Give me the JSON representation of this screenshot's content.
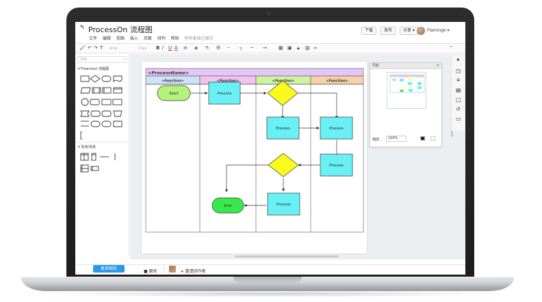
{
  "app": {
    "title": "ProcessOn 流程图",
    "back_icon": "back-arrow-icon",
    "menus": [
      "文件",
      "编辑",
      "视图",
      "插入",
      "页面",
      "排列",
      "帮助"
    ],
    "save_status": "所有更改已保存",
    "buttons": {
      "download": "下载",
      "publish": "发布",
      "share": "分享 ▾"
    },
    "user": "Flamingo ▾"
  },
  "toolbar": {
    "font": "Arial",
    "size": "13px"
  },
  "sidebar": {
    "search_placeholder": "搜索",
    "sections": [
      "▾ Flowchart 流程图",
      "▾ 泳池/泳道"
    ],
    "more_button": "更多图形"
  },
  "diagram": {
    "pool_title": "<ProcessName>",
    "lanes": [
      {
        "label": "<Function>",
        "color": "#cde4f7"
      },
      {
        "label": "<Function>",
        "color": "#f4c2f0"
      },
      {
        "label": "<Function>",
        "color": "#cff3a2"
      },
      {
        "label": "<Function>",
        "color": "#f7d1a9"
      }
    ],
    "title_color": "#e3c8f7",
    "start_label": "Start",
    "end_label": "End",
    "process_label": "Process",
    "process_color": "#69f0f5",
    "decision_color": "#fafa1c",
    "start_color": "#b5f27a",
    "end_color": "#39e84a"
  },
  "navigator": {
    "title": "导航",
    "zoom_label": "缩放：",
    "zoom_value": "100%"
  },
  "bottombar": {
    "chat": "聊天",
    "invite": "邀请协作者"
  }
}
